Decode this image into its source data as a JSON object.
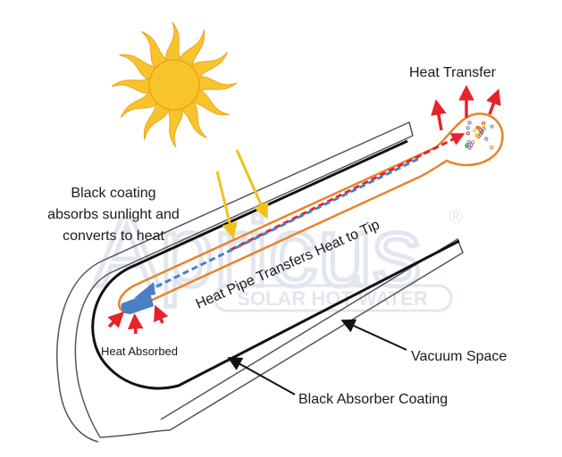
{
  "labels": {
    "heat_transfer": "Heat Transfer",
    "black_coating_lines": [
      "Black coating",
      "absorbs sunlight and",
      "converts to heat"
    ],
    "heat_pipe": "Heat Pipe Transfers Heat to Tip",
    "heat_absorbed": "Heat Absorbed",
    "vacuum_space": "Vacuum Space",
    "black_absorber": "Black Absorber Coating"
  },
  "watermark": {
    "brand": "Apricus",
    "tagline": "SOLAR HOT WATER",
    "registered": "®"
  },
  "colors": {
    "sun": "#f7c52b",
    "sun_outline": "#f0a020",
    "sunlight_arrow": "#f2c21b",
    "heat_pipe": "#e8832a",
    "heat_arrow": "#e52329",
    "cool_flow": "#4a7fc4",
    "glass": "#555555",
    "absorber": "#111111",
    "watermark": "#c9d3e3"
  }
}
